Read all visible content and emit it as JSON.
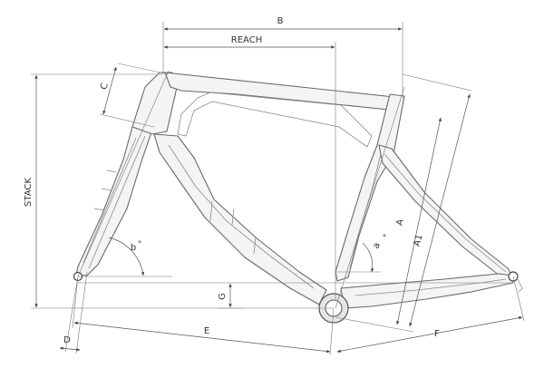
{
  "labels": {
    "b": "B",
    "reach": "REACH",
    "c": "C",
    "stack": "STACK",
    "a": "A",
    "a1": "A1",
    "alpha": "a",
    "beta": "b",
    "degree": "°",
    "g": "G",
    "e": "E",
    "f": "F",
    "d": "D"
  }
}
